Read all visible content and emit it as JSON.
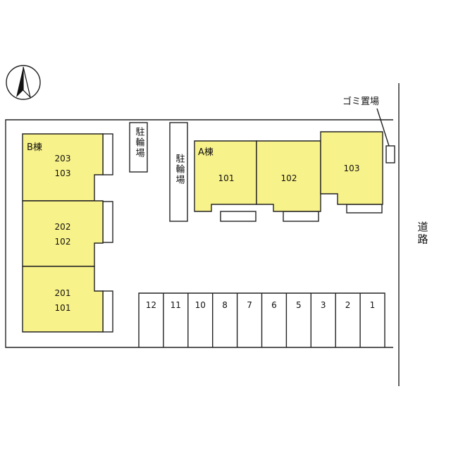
{
  "north_arrow": {
    "icon": "north-arrow-icon"
  },
  "road_label": "道路",
  "garbage_label": "ゴミ置場",
  "bicycle_parking": [
    {
      "label": "駐輪場"
    },
    {
      "label": "駐輪場"
    }
  ],
  "building_a": {
    "label": "A棟",
    "rooms": [
      "101",
      "102",
      "103"
    ]
  },
  "building_b": {
    "label": "B棟",
    "units": [
      {
        "upper": "203",
        "lower": "103"
      },
      {
        "upper": "202",
        "lower": "102"
      },
      {
        "upper": "201",
        "lower": "101"
      }
    ]
  },
  "parking_spaces": [
    "12",
    "11",
    "10",
    "8",
    "7",
    "6",
    "5",
    "3",
    "2",
    "1"
  ],
  "colors": {
    "building": "#f8f28a",
    "line": "#222222",
    "background": "#ffffff"
  }
}
